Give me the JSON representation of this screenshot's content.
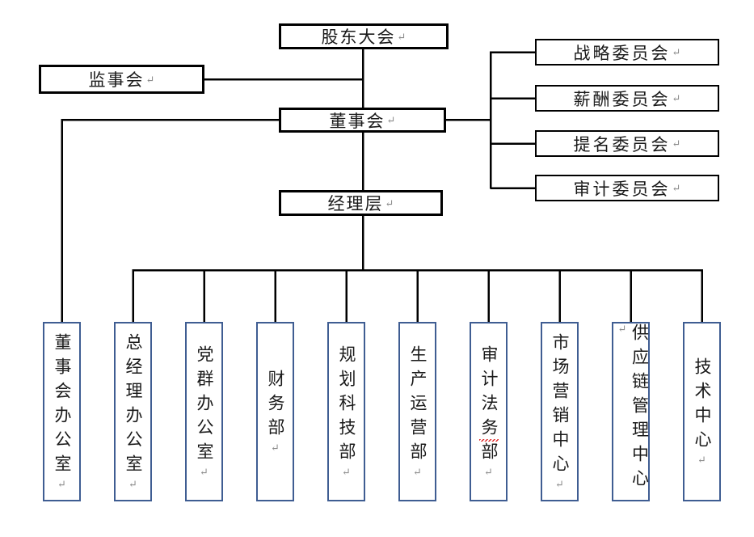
{
  "paragraph_mark": "↵",
  "colors": {
    "background": "#ffffff",
    "main_box_border": "#000000",
    "committee_box_border": "#000000",
    "department_box_border": "#3f5d92",
    "connector_line": "#000000",
    "text": "#1a1a1a",
    "paragraph_mark": "#8c8c8c",
    "spellcheck_underline": "#e02a2a"
  },
  "nodes": {
    "shareholders": {
      "label": "股东大会"
    },
    "supervisory": {
      "label": "监事会"
    },
    "board": {
      "label": "董事会"
    },
    "management": {
      "label": "经理层"
    }
  },
  "committees": [
    {
      "label": "战略委员会"
    },
    {
      "label": "薪酬委员会"
    },
    {
      "label": "提名委员会"
    },
    {
      "label": "审计委员会"
    }
  ],
  "departments": [
    {
      "label": "董事会办公室"
    },
    {
      "label": "总经理办公室"
    },
    {
      "label": "党群办公室"
    },
    {
      "label": "财务部"
    },
    {
      "label": "规划科技部"
    },
    {
      "label": "生产运营部"
    },
    {
      "label": "审计法务部",
      "parts": {
        "prefix": "审计法",
        "misspelled": "务",
        "suffix": "部"
      }
    },
    {
      "label": "市场营销中心"
    },
    {
      "label": "供应链管理中心"
    },
    {
      "label": "技术中心"
    }
  ],
  "edges": [
    {
      "from": "股东大会",
      "to": "董事会"
    },
    {
      "from": "监事会",
      "to": "股东大会-董事会连线"
    },
    {
      "from": "董事会",
      "to": "战略委员会"
    },
    {
      "from": "董事会",
      "to": "薪酬委员会"
    },
    {
      "from": "董事会",
      "to": "提名委员会"
    },
    {
      "from": "董事会",
      "to": "审计委员会"
    },
    {
      "from": "董事会",
      "to": "董事会办公室"
    },
    {
      "from": "董事会",
      "to": "经理层"
    },
    {
      "from": "经理层",
      "to": "总经理办公室"
    },
    {
      "from": "经理层",
      "to": "党群办公室"
    },
    {
      "from": "经理层",
      "to": "财务部"
    },
    {
      "from": "经理层",
      "to": "规划科技部"
    },
    {
      "from": "经理层",
      "to": "生产运营部"
    },
    {
      "from": "经理层",
      "to": "审计法务部"
    },
    {
      "from": "经理层",
      "to": "市场营销中心"
    },
    {
      "from": "经理层",
      "to": "供应链管理中心"
    },
    {
      "from": "经理层",
      "to": "技术中心"
    }
  ]
}
